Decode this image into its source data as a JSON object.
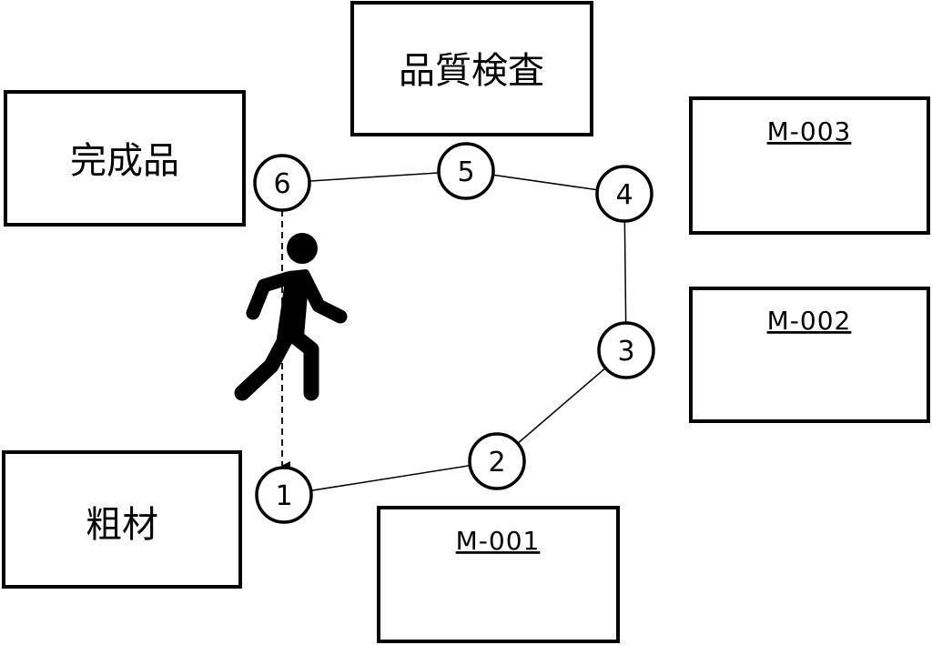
{
  "stations": {
    "quality_check": "品質検査",
    "finished": "完成品",
    "raw": "粗材"
  },
  "machines": [
    "M-001",
    "M-002",
    "M-003"
  ],
  "nodes": [
    "1",
    "2",
    "3",
    "4",
    "5",
    "6"
  ],
  "icons": {
    "walker": "walking-person-icon"
  }
}
